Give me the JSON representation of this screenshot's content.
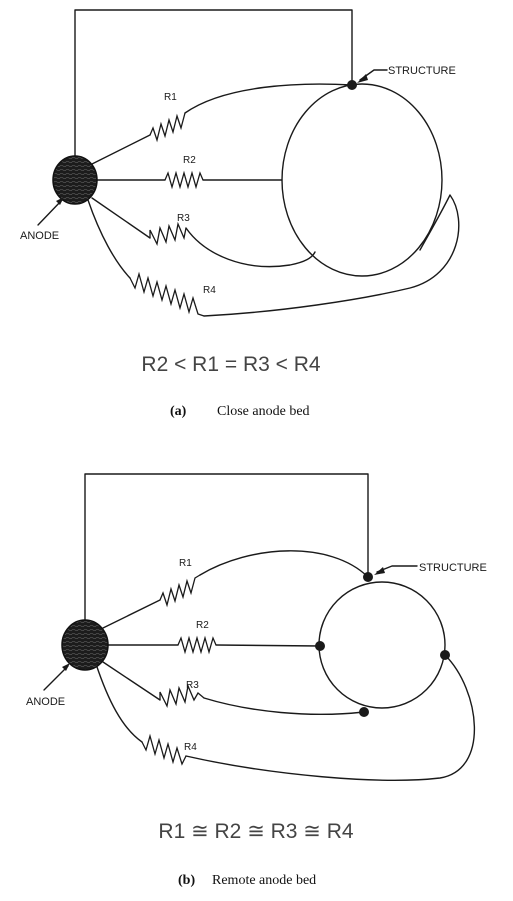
{
  "panel_a": {
    "structure_label": "STRUCTURE",
    "anode_label": "ANODE",
    "resistors": [
      "R1",
      "R2",
      "R3",
      "R4"
    ],
    "equation": "R2 < R1 = R3 < R4",
    "caption_tag": "(a)",
    "caption_text": "Close anode bed"
  },
  "panel_b": {
    "structure_label": "STRUCTURE",
    "anode_label": "ANODE",
    "resistors": [
      "R1",
      "R2",
      "R3",
      "R4"
    ],
    "equation": "R1 ≅ R2 ≅ R3 ≅ R4",
    "caption_tag": "(b)",
    "caption_text": "Remote anode bed"
  },
  "colors": {
    "ink": "#1a1a1a"
  }
}
